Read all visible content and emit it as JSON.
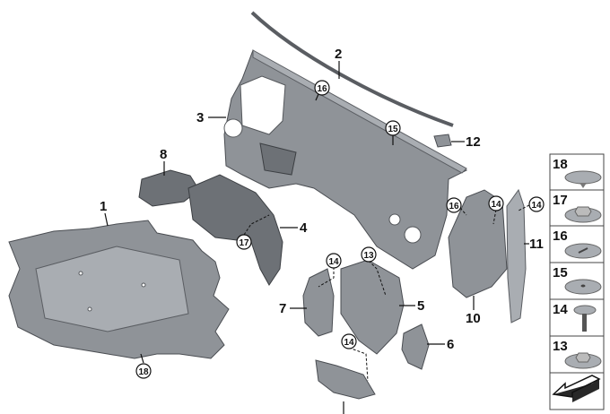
{
  "diagram": {
    "callouts": [
      "1",
      "2",
      "3",
      "4",
      "5",
      "6",
      "7",
      "8",
      "10",
      "11",
      "12"
    ],
    "circled_callouts": [
      "16",
      "15",
      "17",
      "14",
      "13",
      "14",
      "16",
      "14",
      "14",
      "18"
    ],
    "legend": [
      {
        "label": "18",
        "icon": "push-rivet-icon"
      },
      {
        "label": "17",
        "icon": "hex-collar-nut-icon"
      },
      {
        "label": "16",
        "icon": "expanding-rivet-icon"
      },
      {
        "label": "15",
        "icon": "clip-washer-icon"
      },
      {
        "label": "14",
        "icon": "expanding-rivet-screw-icon"
      },
      {
        "label": "13",
        "icon": "hex-nut-washer-icon"
      }
    ],
    "legend_footer_icon": "direction-arrow-icon",
    "colors": {
      "part": "#8f9398",
      "outline": "#4a4d52",
      "text": "#111111"
    }
  }
}
